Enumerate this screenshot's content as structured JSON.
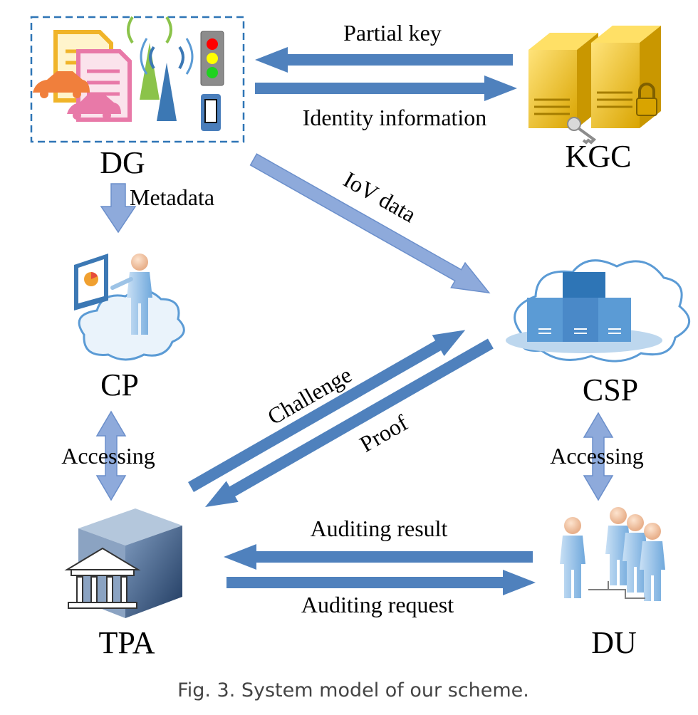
{
  "nodes": {
    "dg": "DG",
    "kgc": "KGC",
    "cp": "CP",
    "csp": "CSP",
    "tpa": "TPA",
    "du": "DU"
  },
  "edges": {
    "partial_key": "Partial key",
    "identity_information": "Identity information",
    "metadata": "Metadata",
    "iov_data": "IoV data",
    "challenge": "Challenge",
    "proof": "Proof",
    "accessing_left": "Accessing",
    "accessing_right": "Accessing",
    "auditing_result": "Auditing result",
    "auditing_request": "Auditing request"
  },
  "caption": "Fig. 3.  System model of our scheme.",
  "colors": {
    "arrow_dark": "#4f81bd",
    "arrow_light": "#8eaadb",
    "server_gold": "#f2c12e",
    "cloud_blue": "#5b9bd5",
    "person_blue": "#9dc3e6"
  }
}
